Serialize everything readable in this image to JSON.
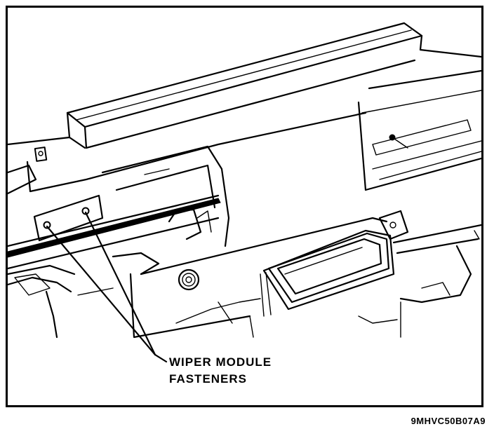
{
  "callout": {
    "line1": "WIPER MODULE",
    "line2": "FASTENERS"
  },
  "figure_code": "9MHVC50B07A9"
}
